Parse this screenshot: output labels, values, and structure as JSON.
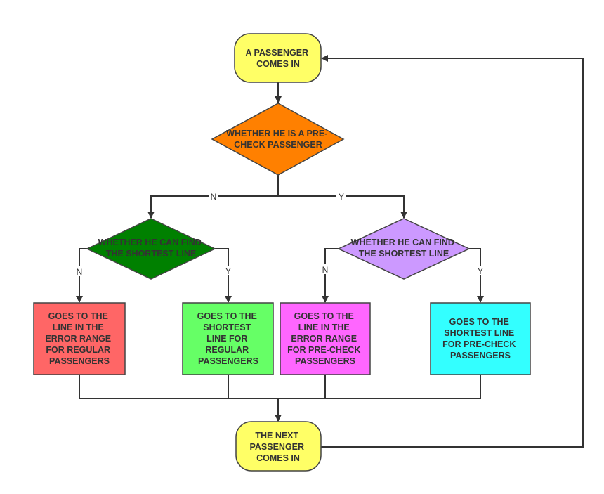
{
  "colors": {
    "terminal": "#ffff66",
    "decision_precheck": "#ff8000",
    "decision_regular": "#008000",
    "decision_precheck_line": "#cc99ff",
    "box_regular_error": "#ff6666",
    "box_regular_shortest": "#66ff66",
    "box_precheck_error": "#ff66ff",
    "box_precheck_shortest": "#33ffff",
    "line": "#333333"
  },
  "nodes": {
    "start": [
      "A PASSENGER",
      "COMES IN"
    ],
    "decision_precheck": [
      "WHETHER HE IS A PRE-",
      "CHECK PASSENGER"
    ],
    "decision_regular_line": [
      "WHETHER HE CAN FIND",
      "THE SHORTEST LINE"
    ],
    "decision_precheck_line": [
      "WHETHER HE CAN FIND",
      "THE SHORTEST LINE"
    ],
    "box_regular_error": [
      "GOES TO THE",
      "LINE IN THE",
      "ERROR RANGE",
      "FOR REGULAR",
      "PASSENGERS"
    ],
    "box_regular_shortest": [
      "GOES TO THE",
      "SHORTEST",
      "LINE FOR",
      "REGULAR",
      "PASSENGERS"
    ],
    "box_precheck_error": [
      "GOES TO THE",
      "LINE IN THE",
      "ERROR RANGE",
      "FOR PRE-CHECK",
      "PASSENGERS"
    ],
    "box_precheck_shortest": [
      "GOES TO THE",
      "SHORTEST LINE",
      "FOR PRE-CHECK",
      "PASSENGERS"
    ],
    "end": [
      "THE NEXT",
      "PASSENGER",
      "COMES IN"
    ]
  },
  "edge_labels": {
    "precheck_no": "N",
    "precheck_yes": "Y",
    "regular_no": "N",
    "regular_yes": "Y",
    "precheck_line_no": "N",
    "precheck_line_yes": "Y"
  }
}
